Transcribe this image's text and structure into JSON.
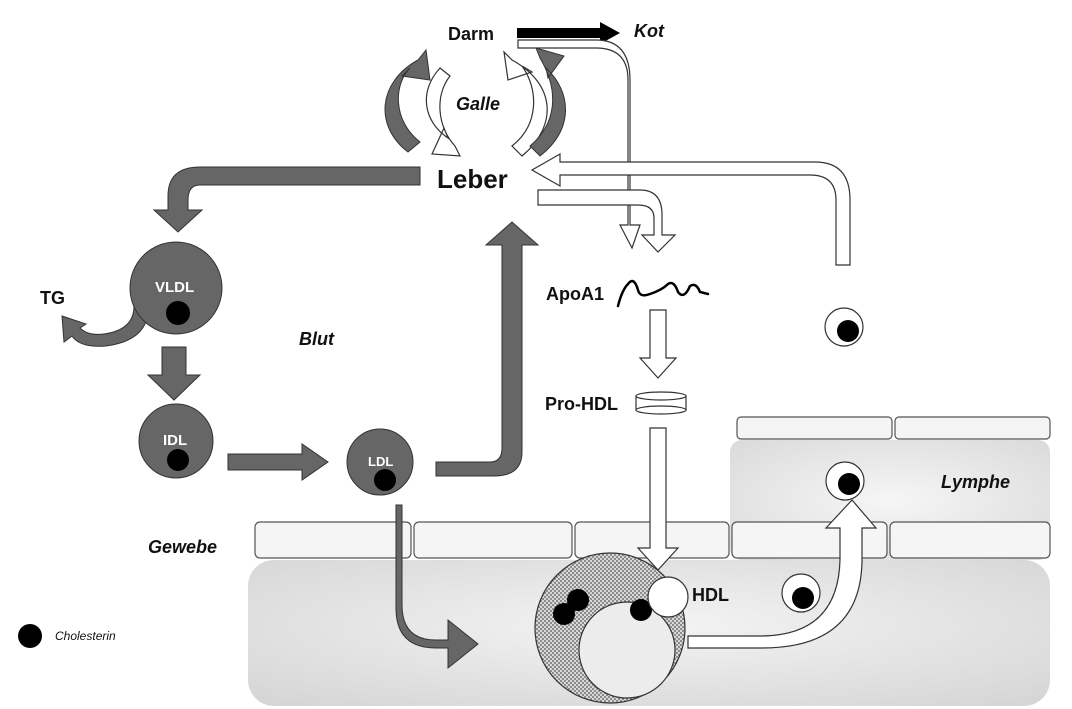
{
  "labels": {
    "darm": "Darm",
    "kot": "Kot",
    "galle": "Galle",
    "leber": "Leber",
    "vldl": "VLDL",
    "tg": "TG",
    "blut": "Blut",
    "idl": "IDL",
    "ldl": "LDL",
    "apoa1": "ApoA1",
    "prohdl": "Pro-HDL",
    "hdl": "HDL",
    "lymphe": "Lymphe",
    "gewebe": "Gewebe",
    "legend_cholesterin": "Cholesterin"
  },
  "colors": {
    "particle_fill": "#666666",
    "arrow_dark": "#666666",
    "arrow_black": "#000000",
    "tissue_fill": "#e6e6e6",
    "cell_bar_fill": "#f5f5f5",
    "cholesterol": "#000000"
  }
}
